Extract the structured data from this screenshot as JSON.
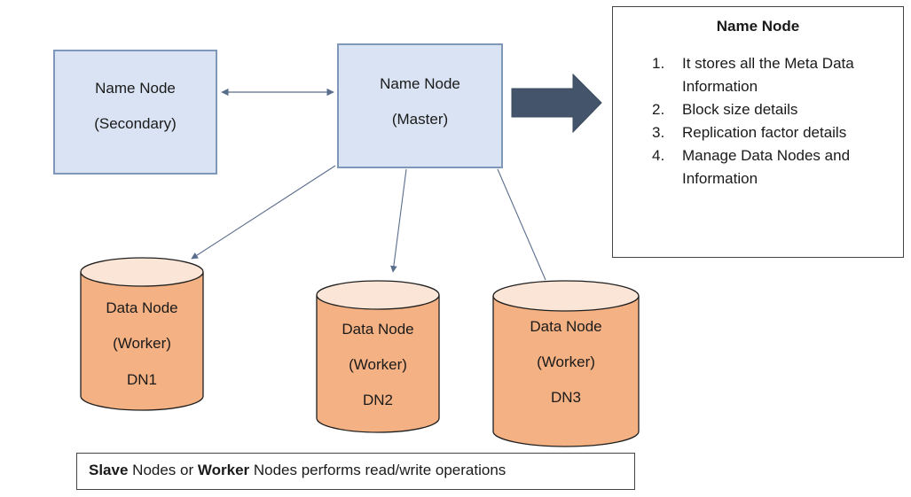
{
  "secondary_node": {
    "line1": "Name Node",
    "line2": "(Secondary)"
  },
  "master_node": {
    "line1": "Name Node",
    "line2": "(Master)"
  },
  "info_panel": {
    "title": "Name Node",
    "items": [
      {
        "num": "1.",
        "text": "It stores all the Meta Data Information"
      },
      {
        "num": "2.",
        "text": "Block size details"
      },
      {
        "num": "3.",
        "text": "Replication factor details"
      },
      {
        "num": "4.",
        "text": "Manage Data Nodes and Information"
      }
    ]
  },
  "data_nodes": [
    {
      "line1": "Data Node",
      "line2": "(Worker)",
      "line3": "DN1"
    },
    {
      "line1": "Data Node",
      "line2": "(Worker)",
      "line3": "DN2"
    },
    {
      "line1": "Data Node",
      "line2": "(Worker)",
      "line3": "DN3"
    }
  ],
  "footer": {
    "bold1": "Slave",
    "text1": " Nodes or ",
    "bold2": "Worker",
    "text2": " Nodes performs read/write operations"
  },
  "colors": {
    "name_node_fill": "#dae3f3",
    "name_node_border": "#7f97b8",
    "data_node_fill": "#f4b183",
    "data_node_top": "#fbe5d6",
    "data_node_border": "#1f1f1f",
    "arrow_fill": "#44546a",
    "connector": "#5a6e8c"
  }
}
